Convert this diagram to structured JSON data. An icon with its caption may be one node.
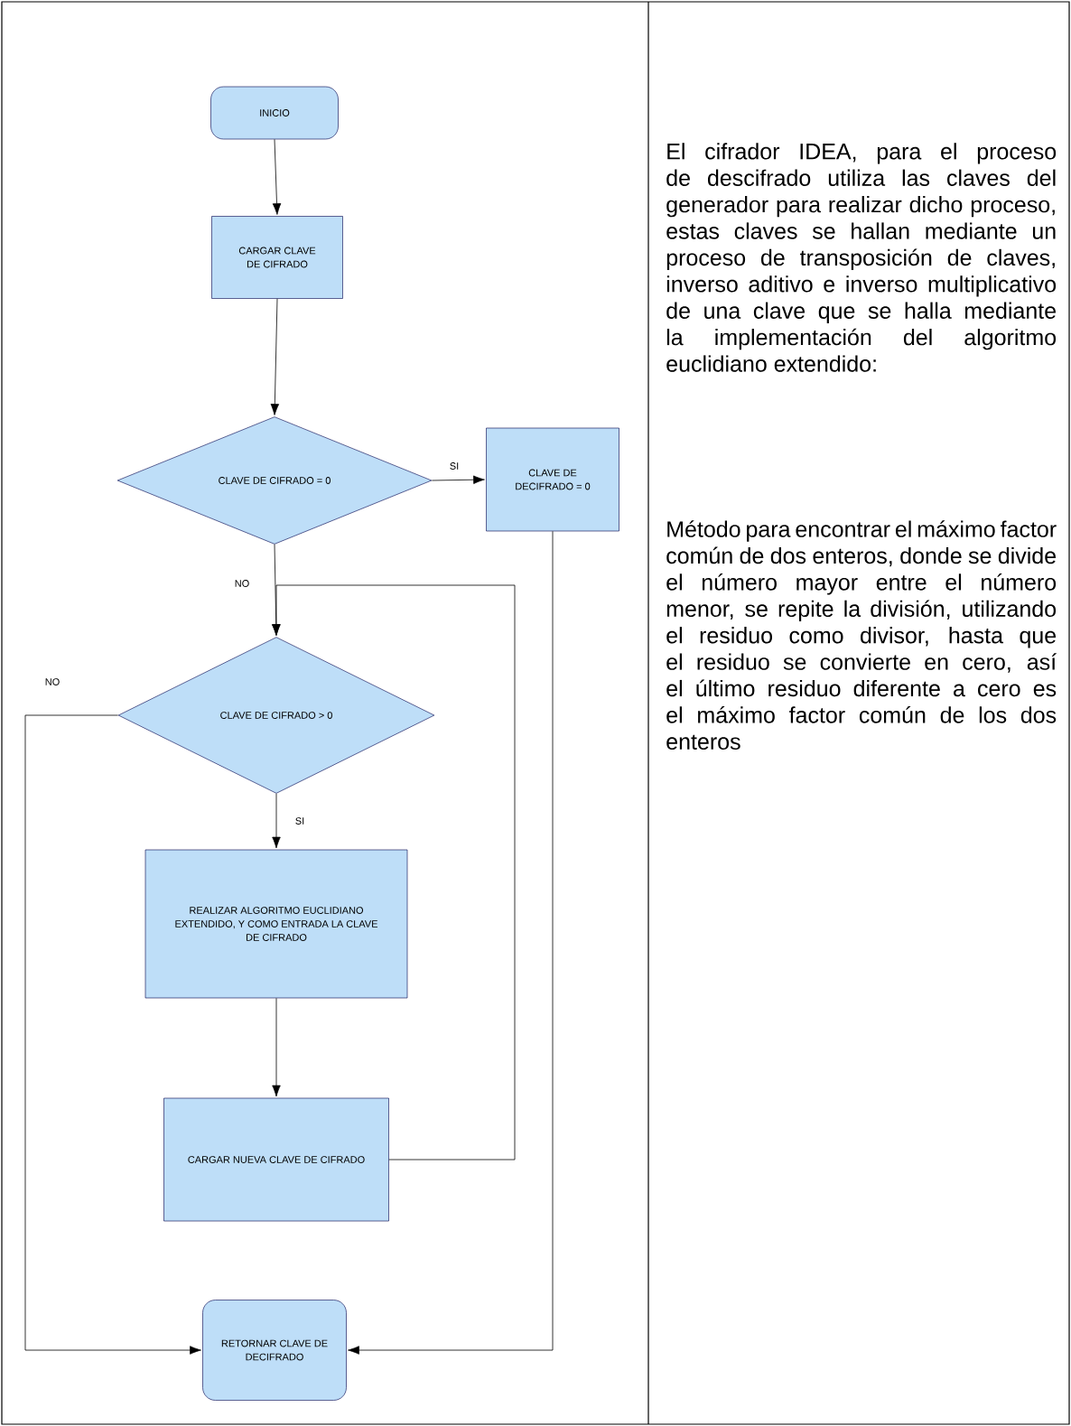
{
  "diagram": {
    "nodes": [
      {
        "text": [
          "INICIO"
        ]
      },
      {
        "text": [
          "CARGAR CLAVE DE CIFRADO"
        ]
      },
      {
        "text": [
          "CLAVE DE CIFRADO = 0"
        ]
      },
      {
        "text": [
          "CLAVE DE DECIFRADO = 0"
        ]
      },
      {
        "text": [
          "CLAVE DE CIFRADO > 0"
        ]
      },
      {
        "text": [
          "REALIZAR ALGORITMO EUCLIDIANO EXTENDIDO, Y COMO ENTRADA LA CLAVE DE CIFRADO"
        ]
      },
      {
        "text": [
          "CARGAR NUEVA CLAVE DE CIFRADO"
        ]
      },
      {
        "text": [
          "RETORNAR CLAVE DE DECIFRADO"
        ]
      }
    ],
    "edges": [
      {
        "from": 0,
        "to": 1,
        "arrow": "to"
      },
      {
        "from": 1,
        "to": 2,
        "arrow": "to"
      },
      {
        "from": 2,
        "to": 3,
        "arrow": "to",
        "label": "SI"
      },
      {
        "from": 2,
        "to": 4,
        "arrow": "to",
        "label": "NO"
      },
      {
        "from": 4,
        "to": 5,
        "arrow": "to",
        "label": "SI"
      },
      {
        "from": 5,
        "to": 6,
        "arrow": "to"
      },
      {
        "from": 6,
        "to": 4,
        "arrow": "to"
      },
      {
        "from": 4,
        "to": 7,
        "arrow": "to",
        "label": "NO"
      },
      {
        "from": 3,
        "to": 7,
        "arrow": "to"
      }
    ],
    "labels": [
      "El cifrador IDEA, para el proceso de descifrado utiliza las claves del generador para realizar dicho proceso, estas claves se hallan mediante un proceso de transposición de claves, inverso aditivo e inverso multiplicativo de una clave que se halla mediante la implementación del algoritmo euclidiano extendido:",
      "Método para encontrar el máximo factor común de dos enteros, donde se divide el número mayor entre el número menor, se repite la división, utilizando el residuo como divisor, hasta que el residuo se convierte en cero, así el último residuo diferente a cero es el máximo factor común de los dos enteros"
    ]
  }
}
